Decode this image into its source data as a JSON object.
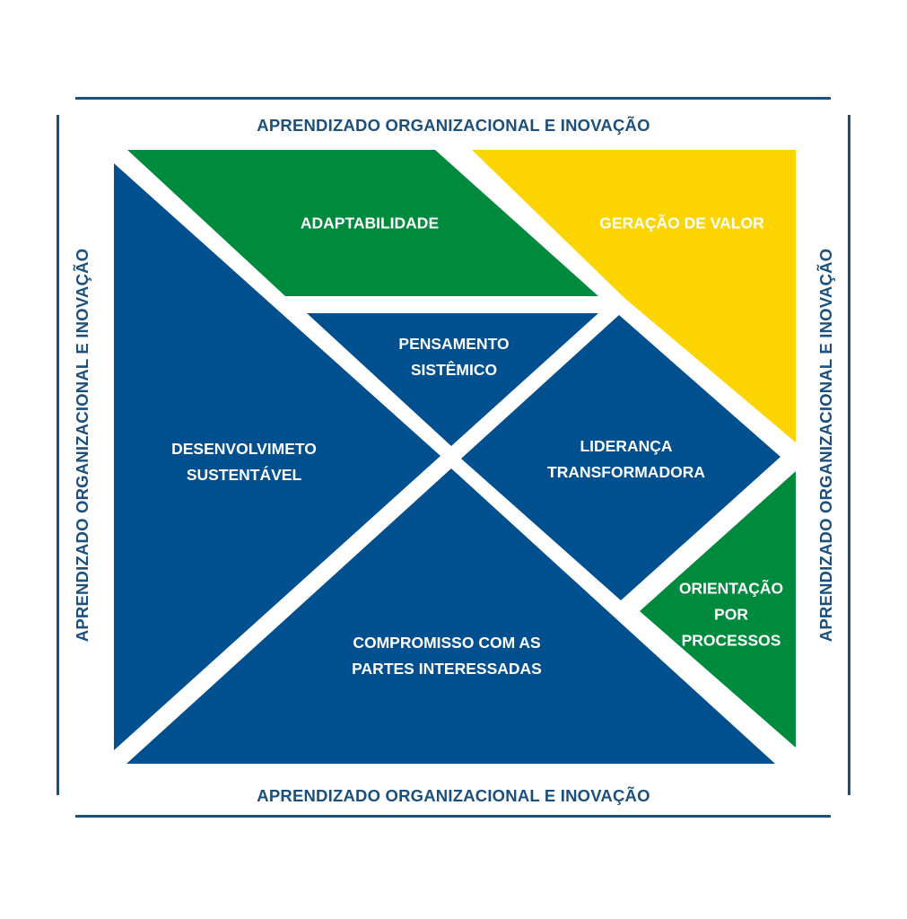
{
  "frame": {
    "top": "APRENDIZADO ORGANIZACIONAL E INOVAÇÃO",
    "bottom": "APRENDIZADO ORGANIZACIONAL E INOVAÇÃO",
    "left": "APRENDIZADO ORGANIZACIONAL E INOVAÇÃO",
    "right": "APRENDIZADO ORGANIZACIONAL E INOVAÇÃO"
  },
  "colors": {
    "blue": "#004f8f",
    "green": "#008a3e",
    "yellow": "#fcd400",
    "frame": "#1b4f7c"
  },
  "pieces": {
    "adaptabilidade": [
      "ADAPTABILIDADE"
    ],
    "geracao_valor": [
      "GERAÇÃO DE VALOR"
    ],
    "pensamento": [
      "PENSAMENTO",
      "SISTÊMICO"
    ],
    "desenvolvimento": [
      "DESENVOLVIMETO",
      "SUSTENTÁVEL"
    ],
    "lideranca": [
      "LIDERANÇA",
      "TRANSFORMADORA"
    ],
    "orientacao": [
      "ORIENTAÇÃO",
      "POR",
      "PROCESSOS"
    ],
    "compromisso": [
      "COMPROMISSO COM AS",
      "PARTES INTERESSADAS"
    ]
  }
}
